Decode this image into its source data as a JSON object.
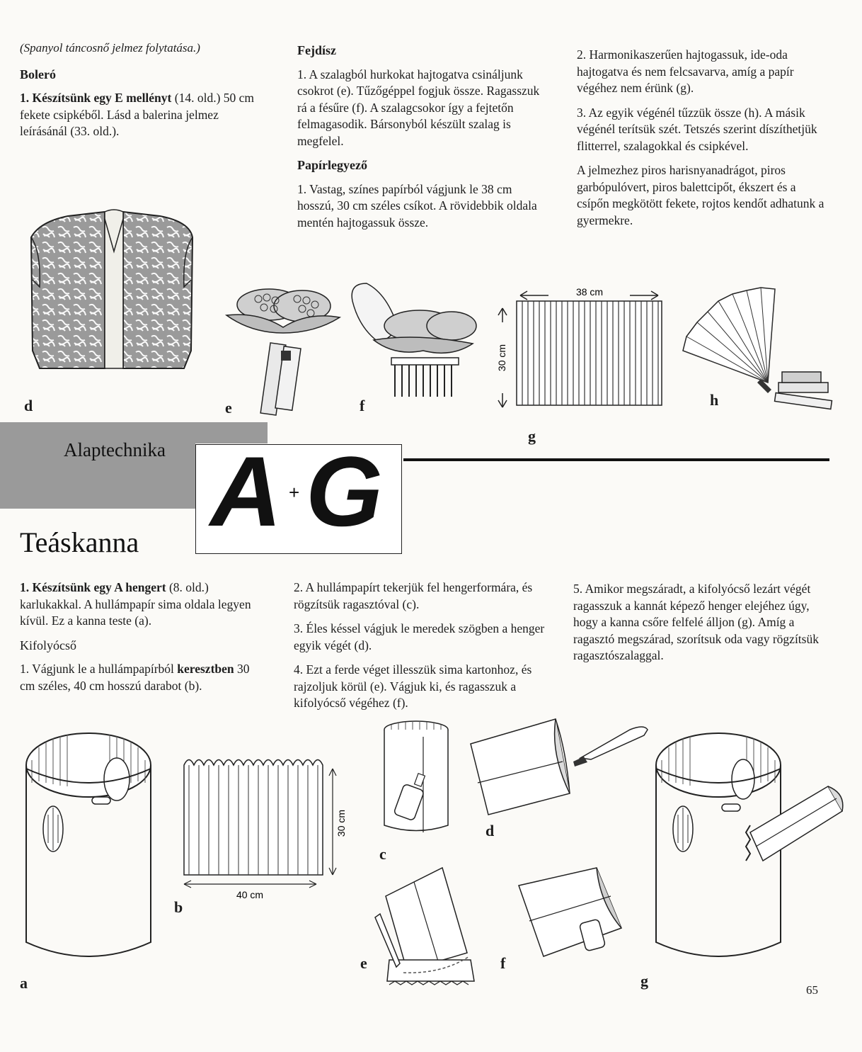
{
  "col1": {
    "intro": "(Spanyol táncosnő jelmez folytatása.)",
    "heading": "Boleró",
    "p1_bold": "1. Készítsünk egy E mellényt",
    "p1_rest": " (14. old.) 50 cm fekete csipkéből. Lásd a balerina jelmez leírásánál (33. old.)."
  },
  "col2": {
    "heading1": "Fejdísz",
    "p1": "1. A szalagból hurkokat hajtogatva csináljunk csokrot (e). Tűzőgéppel fogjuk össze. Ragasszuk rá a fésűre (f). A szalagcsokor így a fejtetőn felmagasodik. Bársonyból készült szalag is megfelel.",
    "heading2": "Papírlegyező",
    "p2": "1. Vastag, színes papírból vágjunk le 38 cm hosszú, 30 cm széles csíkot. A rövidebbik oldala mentén hajtogassuk össze."
  },
  "col3": {
    "p1": "2. Harmonikaszerűen hajtogassuk, ide-oda hajtogatva és nem felcsavarva, amíg a papír végéhez nem érünk (g).",
    "p2": "3. Az egyik végénél tűzzük össze (h). A másik végénél terítsük szét. Tetszés szerint díszíthetjük flitterrel, szalagokkal és csipkével.",
    "p3": "A jelmezhez piros harisnyanadrágot, piros garbópulóvert, piros balettcipőt, ékszert és a csípőn megkötött fekete, rojtos kendőt adhatunk a gyermekre."
  },
  "top_figs": {
    "d": "d",
    "e": "e",
    "f": "f",
    "g": "g",
    "h": "h",
    "g_width": "38 cm",
    "g_height": "30 cm"
  },
  "banner": {
    "label": "Alaptechnika",
    "logo_a": "A",
    "logo_plus": "+",
    "logo_g": "G",
    "title": "Teáskanna"
  },
  "bottom_col1": {
    "p1_bold": "1. Készítsünk egy A hengert",
    "p1_rest": " (8. old.) karlukakkal. A hullámpapír sima oldala legyen kívül. Ez a kanna teste (a).",
    "heading": "Kifolyócső",
    "p2_a": "1. Vágjunk le a hullámpapírból ",
    "p2_bold": "keresztben",
    "p2_b": " 30 cm széles, 40 cm hosszú darabot (b)."
  },
  "bottom_col2": {
    "p1": "2. A hullámpapírt tekerjük fel hengerformára, és rögzítsük ragasztóval (c).",
    "p2": "3. Éles késsel vágjuk le meredek szögben a henger egyik végét (d).",
    "p3": "4. Ezt a ferde véget illesszük sima kartonhoz, és rajzoljuk körül (e). Vágjuk ki, és ragasszuk a kifolyócső végéhez (f)."
  },
  "bottom_col3": {
    "p1": "5. Amikor megszáradt, a kifolyócső lezárt végét ragasszuk a kannát képező henger elejéhez úgy, hogy a kanna csőre felfelé álljon (g). Amíg a ragasztó megszárad, szorítsuk oda vagy rögzítsük ragasztószalaggal."
  },
  "bottom_figs": {
    "a": "a",
    "b": "b",
    "c": "c",
    "d": "d",
    "e": "e",
    "f": "f",
    "g": "g",
    "b_width": "40 cm",
    "b_height": "30 cm"
  },
  "page_number": "65"
}
